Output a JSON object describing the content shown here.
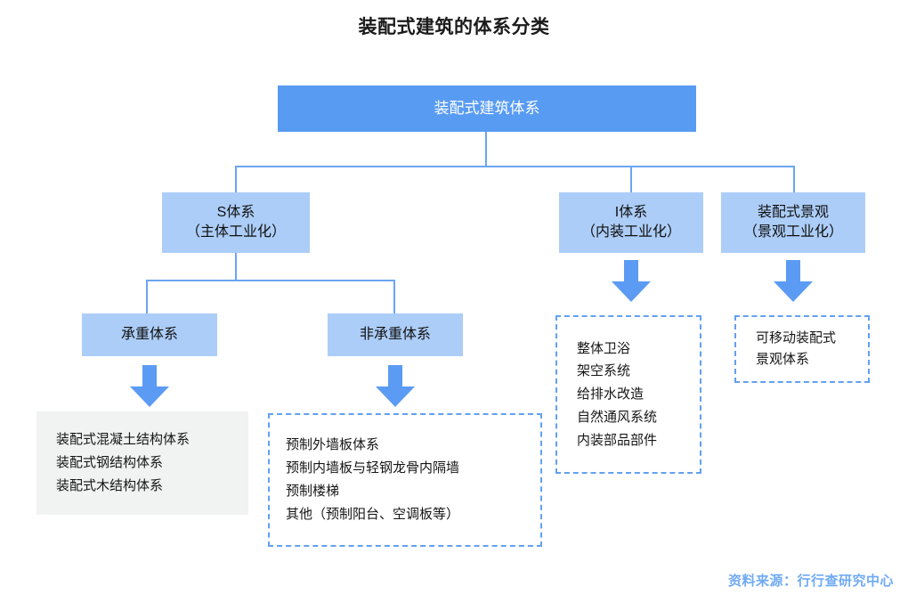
{
  "title": "装配式建筑的体系分类",
  "footer": "资料来源：行行查研究中心",
  "colors": {
    "root_fill": "#589BF2",
    "node_fill": "#ACCDF7",
    "connector": "#6BA5F2",
    "arrow": "#5B9BF3",
    "dashed_border": "#63A0F0",
    "panel_gray": "#F1F2F2",
    "footer_text": "#6FAAF5",
    "title_text": "#1B1B1B"
  },
  "root": {
    "label": "装配式建筑体系"
  },
  "level2": [
    {
      "line1": "S体系",
      "line2": "（主体工业化）"
    },
    {
      "line1": "I体系",
      "line2": "（内装工业化）"
    },
    {
      "line1": "装配式景观",
      "line2": "（景观工业化）"
    }
  ],
  "level3": [
    {
      "label": "承重体系"
    },
    {
      "label": "非承重体系"
    }
  ],
  "panels": {
    "bearing": {
      "style": "solid-gray",
      "items": [
        "装配式混凝土结构体系",
        "装配式钢结构体系",
        "装配式木结构体系"
      ]
    },
    "non_bearing": {
      "style": "dashed-blue",
      "items": [
        "预制外墙板体系",
        "预制内墙板与轻钢龙骨内隔墙",
        "预制楼梯",
        "其他（预制阳台、空调板等）"
      ]
    },
    "interior": {
      "style": "dashed-blue",
      "items": [
        "整体卫浴",
        "架空系统",
        "给排水改造",
        "自然通风系统",
        "内装部品部件"
      ]
    },
    "landscape": {
      "style": "dashed-blue",
      "items": [
        "可移动装配式景观体系"
      ]
    }
  }
}
